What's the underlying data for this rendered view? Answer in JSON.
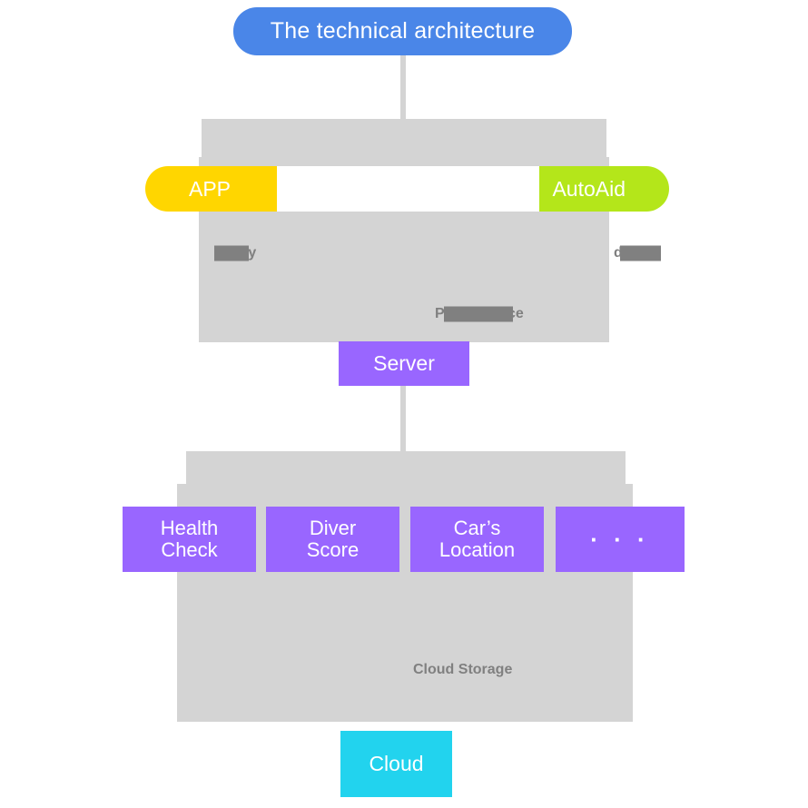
{
  "diagram": {
    "title": "The technical architecture",
    "colors": {
      "banner_blue": "#4a86e8",
      "app_yellow": "#ffd600",
      "autoaid_green": "#b4e61a",
      "node_purple": "#9966ff",
      "cloud_cyan": "#22d3ee",
      "panel_gray": "#d4d4d4",
      "label_gray": "#808080",
      "background": "#ffffff"
    },
    "client_layer": {
      "app_label": "APP",
      "autoaid_label": "AutoAid",
      "captions": {
        "left": "Query",
        "right": "d",
        "center": "Performance"
      }
    },
    "server_layer": {
      "server_label": "Server"
    },
    "service_layer": {
      "services": [
        {
          "label": "Health\nCheck",
          "line1": "Health",
          "line2": "Check"
        },
        {
          "label": "Diver\nScore",
          "line1": "Diver",
          "line2": "Score"
        },
        {
          "label": "Car’s\nLocation",
          "line1": "Car’s",
          "line2": "Location"
        },
        {
          "label": "...",
          "line1": "· · ·",
          "line2": ""
        }
      ]
    },
    "storage_layer": {
      "storage_label": "Cloud Storage",
      "cloud_label": "Cloud"
    }
  }
}
